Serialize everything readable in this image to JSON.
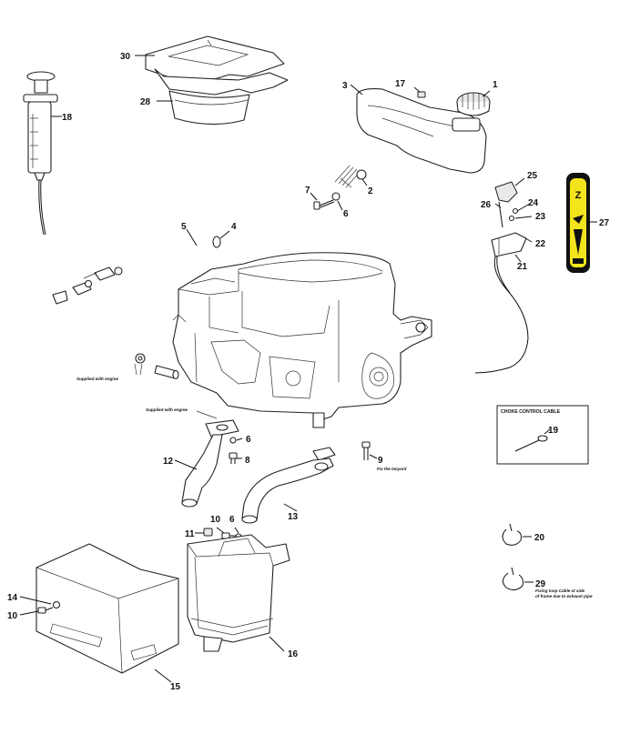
{
  "labels": {
    "l1": "1",
    "l2": "2",
    "l3": "3",
    "l4": "4",
    "l5": "5",
    "l6a": "6",
    "l6b": "6",
    "l6c": "6",
    "l7": "7",
    "l8": "8",
    "l9": "9",
    "l10a": "10",
    "l10b": "10",
    "l11": "11",
    "l12": "12",
    "l13": "13",
    "l14": "14",
    "l15": "15",
    "l16": "16",
    "l17": "17",
    "l18": "18",
    "l19": "19",
    "l20": "20",
    "l21": "21",
    "l22": "22",
    "l23": "23",
    "l24": "24",
    "l25": "25",
    "l26": "26",
    "l27": "27",
    "l28": "28",
    "l29": "29",
    "l30": "30"
  },
  "notes": {
    "supplied_with_engine_1": "Supplied with engine",
    "supplied_with_engine_2": "Supplied with engine",
    "fix_the_lanyard": "Fix the lanyard",
    "fixing_loop_line1": "Fixing loop Cable at side",
    "fixing_loop_line2": "of frame due to exhaust pipe"
  },
  "choke_box": {
    "title": "CHOKE CONTROL CABLE"
  },
  "colors": {
    "decal_yellow": "#f2e51c",
    "decal_black": "#111111"
  }
}
